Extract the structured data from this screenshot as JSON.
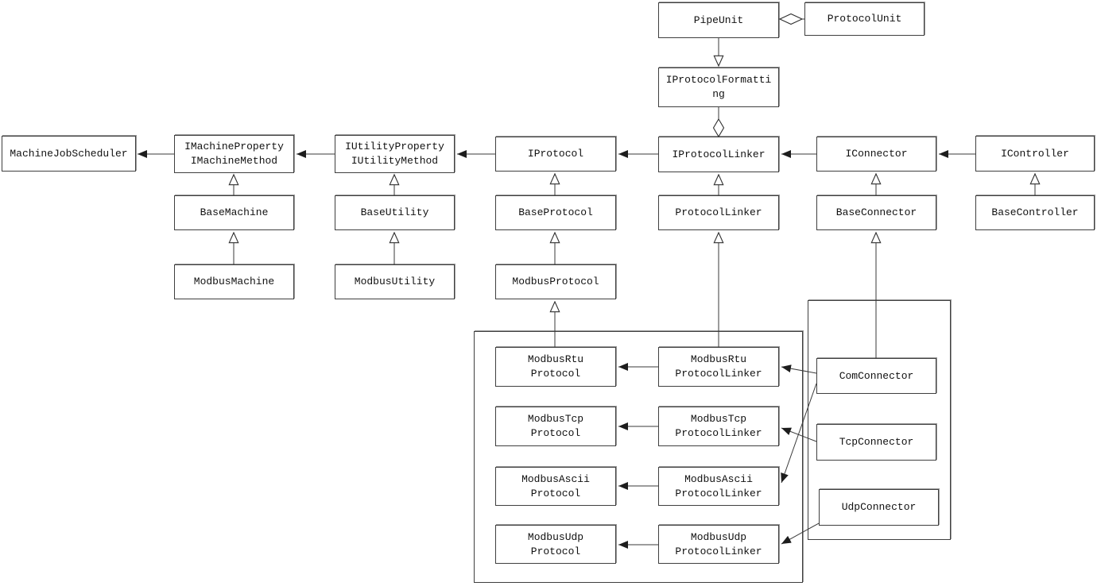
{
  "diagram_type": "uml-class-diagram",
  "colors": {
    "background": "#ffffff",
    "box_fill": "#ffffff",
    "box_border": "#3f3f3f",
    "box_shadow": "#9a9a9a",
    "line": "#3a3a3a",
    "text": "#111111"
  },
  "nodes": {
    "pipe_unit": "PipeUnit",
    "protocol_unit": "ProtocolUnit",
    "iprotocol_formatting": "IProtocolFormatti\nng",
    "machine_job_scheduler": "MachineJobScheduler",
    "imachine": "IMachineProperty\nIMachineMethod",
    "iutility": "IUtilityProperty\nIUtilityMethod",
    "iprotocol": "IProtocol",
    "iprotocol_linker": "IProtocolLinker",
    "iconnector": "IConnector",
    "icontroller": "IController",
    "base_machine": "BaseMachine",
    "base_utility": "BaseUtility",
    "base_protocol": "BaseProtocol",
    "protocol_linker": "ProtocolLinker",
    "base_connector": "BaseConnector",
    "base_controller": "BaseController",
    "modbus_machine": "ModbusMachine",
    "modbus_utility": "ModbusUtility",
    "modbus_protocol": "ModbusProtocol",
    "modbus_rtu_protocol": "ModbusRtu\nProtocol",
    "modbus_rtu_protocol_linker": "ModbusRtu\nProtocolLinker",
    "modbus_tcp_protocol": "ModbusTcp\nProtocol",
    "modbus_tcp_protocol_linker": "ModbusTcp\nProtocolLinker",
    "modbus_ascii_protocol": "ModbusAscii\nProtocol",
    "modbus_ascii_protocol_linker": "ModbusAscii\nProtocolLinker",
    "modbus_udp_protocol": "ModbusUdp\nProtocol",
    "modbus_udp_protocol_linker": "ModbusUdp\nProtocolLinker",
    "com_connector": "ComConnector",
    "tcp_connector": "TcpConnector",
    "udp_connector": "UdpConnector"
  },
  "relationships": [
    {
      "source": "PipeUnit",
      "target": "ProtocolUnit",
      "type": "aggregation"
    },
    {
      "source": "PipeUnit",
      "target": "IProtocolFormatting",
      "type": "generalization"
    },
    {
      "source": "IProtocolLinker",
      "target": "IProtocolFormatting",
      "type": "aggregation"
    },
    {
      "source": "IMachineProperty/IMachineMethod",
      "target": "MachineJobScheduler",
      "type": "association"
    },
    {
      "source": "IUtilityProperty/IUtilityMethod",
      "target": "IMachineProperty/IMachineMethod",
      "type": "association"
    },
    {
      "source": "IProtocol",
      "target": "IUtilityProperty/IUtilityMethod",
      "type": "association"
    },
    {
      "source": "IProtocolLinker",
      "target": "IProtocol",
      "type": "association"
    },
    {
      "source": "IConnector",
      "target": "IProtocolLinker",
      "type": "association"
    },
    {
      "source": "IController",
      "target": "IConnector",
      "type": "association"
    },
    {
      "source": "BaseMachine",
      "target": "IMachineProperty/IMachineMethod",
      "type": "generalization"
    },
    {
      "source": "ModbusMachine",
      "target": "BaseMachine",
      "type": "generalization"
    },
    {
      "source": "BaseUtility",
      "target": "IUtilityProperty/IUtilityMethod",
      "type": "generalization"
    },
    {
      "source": "ModbusUtility",
      "target": "BaseUtility",
      "type": "generalization"
    },
    {
      "source": "BaseProtocol",
      "target": "IProtocol",
      "type": "generalization"
    },
    {
      "source": "ModbusProtocol",
      "target": "BaseProtocol",
      "type": "generalization"
    },
    {
      "source": "ModbusRtuProtocol",
      "target": "ModbusProtocol",
      "type": "generalization"
    },
    {
      "source": "ProtocolLinker",
      "target": "IProtocolLinker",
      "type": "generalization"
    },
    {
      "source": "ModbusRtuProtocolLinker",
      "target": "ProtocolLinker",
      "type": "generalization"
    },
    {
      "source": "BaseConnector",
      "target": "IConnector",
      "type": "generalization"
    },
    {
      "source": "ComConnector",
      "target": "BaseConnector",
      "type": "generalization"
    },
    {
      "source": "BaseController",
      "target": "IController",
      "type": "generalization"
    },
    {
      "source": "ModbusRtuProtocolLinker",
      "target": "ModbusRtuProtocol",
      "type": "association"
    },
    {
      "source": "ModbusTcpProtocolLinker",
      "target": "ModbusTcpProtocol",
      "type": "association"
    },
    {
      "source": "ModbusAsciiProtocolLinker",
      "target": "ModbusAsciiProtocol",
      "type": "association"
    },
    {
      "source": "ModbusUdpProtocolLinker",
      "target": "ModbusUdpProtocol",
      "type": "association"
    },
    {
      "source": "ComConnector",
      "target": "ModbusRtuProtocolLinker",
      "type": "association"
    },
    {
      "source": "TcpConnector",
      "target": "ModbusTcpProtocolLinker",
      "type": "association"
    },
    {
      "source": "ComConnector",
      "target": "ModbusAsciiProtocolLinker",
      "type": "association"
    },
    {
      "source": "UdpConnector",
      "target": "ModbusUdpProtocolLinker",
      "type": "association"
    }
  ]
}
